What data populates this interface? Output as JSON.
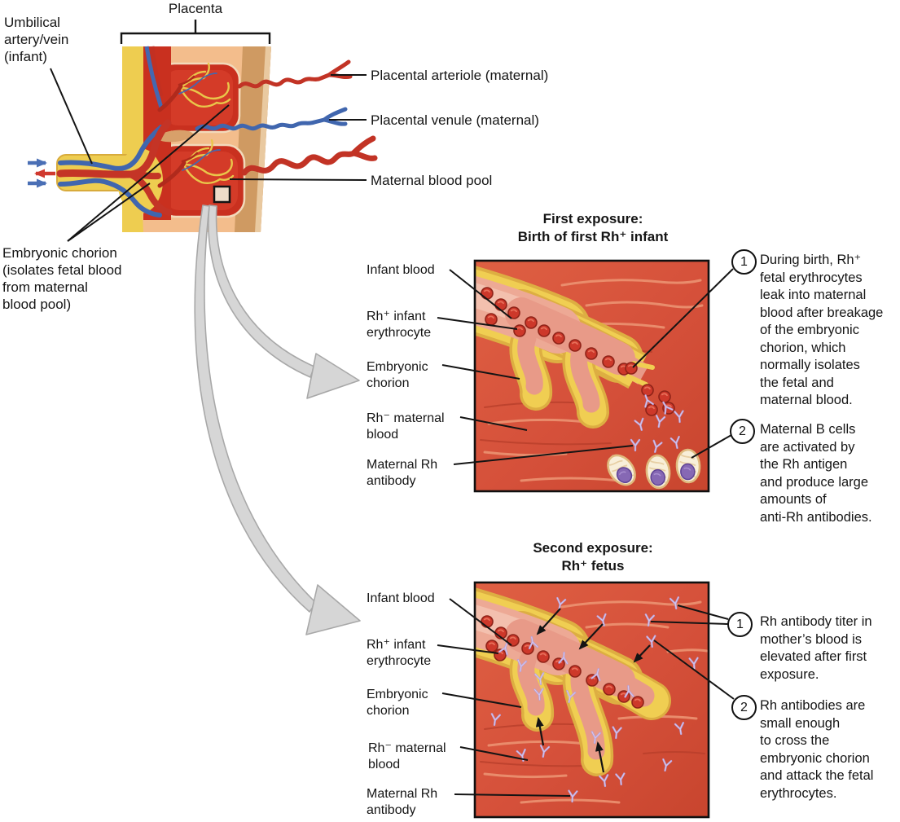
{
  "colors": {
    "maternal_blood": "#d5503a",
    "chorion_yellow": "#f0ce52",
    "infant_blood_pink": "#e89a88",
    "erythrocyte_red": "#cd382a",
    "antibody_purple": "#b79fd8",
    "b_cell_cream": "#f8efd9",
    "b_cell_nucleus": "#8668b4",
    "zoom_arrow_gray": "#d6d6d6",
    "placenta_peach": "#f3bd8c",
    "placenta_tan": "#cf9a62",
    "vein_blue": "#4a6fb5"
  },
  "overview": {
    "placenta_label": "Placenta",
    "umbilical_label": "Umbilical\nartery/vein\n(infant)",
    "chorion_note": "Embryonic chorion\n(isolates fetal blood\nfrom maternal\nblood pool)",
    "arteriole_label": "Placental arteriole (maternal)",
    "venule_label": "Placental venule (maternal)",
    "blood_pool_label": "Maternal blood pool"
  },
  "first_exposure": {
    "title": "First exposure:\nBirth of first Rh⁺ infant",
    "labels": {
      "infant_blood": "Infant blood",
      "rh_pos_erythrocyte": "Rh⁺ infant\nerythrocyte",
      "embryonic_chorion": "Embryonic\nchorion",
      "rh_neg_maternal_blood": "Rh⁻ maternal\nblood",
      "maternal_rh_antibody": "Maternal Rh\nantibody"
    },
    "steps": [
      {
        "number": "1",
        "text": "During birth, Rh⁺\nfetal erythrocytes\nleak into maternal\nblood after breakage\nof the embryonic\nchorion, which\nnormally isolates\nthe fetal and\nmaternal blood."
      },
      {
        "number": "2",
        "text": "Maternal B cells\nare activated by\nthe Rh antigen\nand produce large\namounts of\nanti-Rh antibodies."
      }
    ]
  },
  "second_exposure": {
    "title": "Second exposure:\nRh⁺ fetus",
    "labels": {
      "infant_blood": "Infant blood",
      "rh_pos_erythrocyte": "Rh⁺ infant\nerythrocyte",
      "embryonic_chorion": "Embryonic\nchorion",
      "rh_neg_maternal_blood": "Rh⁻ maternal\nblood",
      "maternal_rh_antibody": "Maternal Rh\nantibody"
    },
    "steps": [
      {
        "number": "1",
        "text": "Rh antibody titer in\nmother’s blood is\nelevated after first\nexposure."
      },
      {
        "number": "2",
        "text": "Rh antibodies are\nsmall enough\nto cross the\nembryonic chorion\nand attack the fetal\nerythrocytes."
      }
    ]
  }
}
